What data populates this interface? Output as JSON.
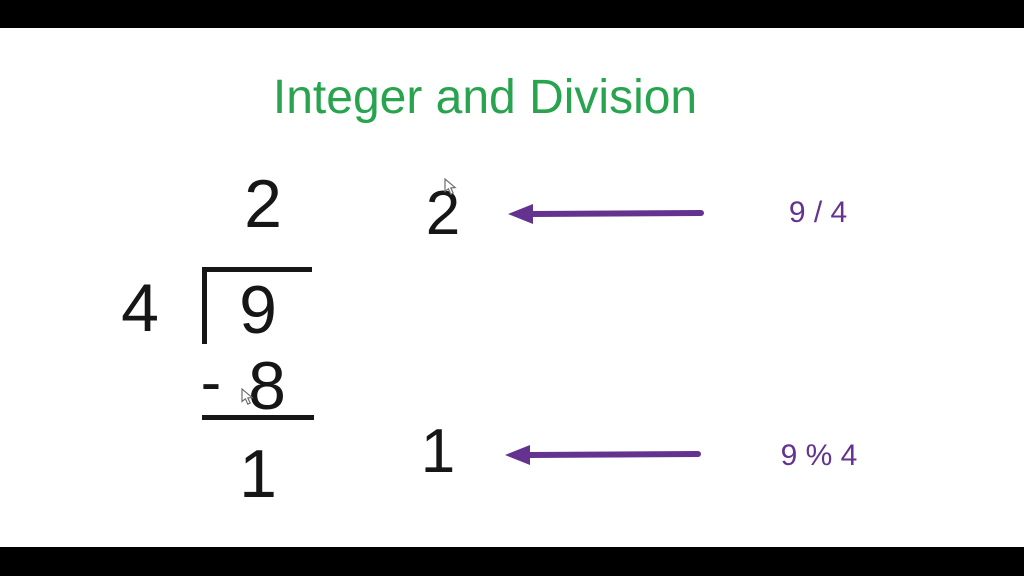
{
  "title": "Integer and Division",
  "long_division": {
    "quotient": "2",
    "divisor": "4",
    "dividend": "9",
    "minus_sign": "-",
    "subtrahend": "8",
    "remainder": "1"
  },
  "results": {
    "quotient_value": "2",
    "quotient_expression": "9 / 4",
    "remainder_value": "1",
    "remainder_expression": "9 % 4"
  },
  "icons": {
    "arrow_left": "left-arrow-icon",
    "mouse_cursor": "mouse-pointer-icon"
  },
  "colors": {
    "title_green": "#28a44f",
    "accent_purple": "#64328f",
    "ink": "#161616",
    "letterbox": "#000000",
    "background": "#ffffff"
  }
}
